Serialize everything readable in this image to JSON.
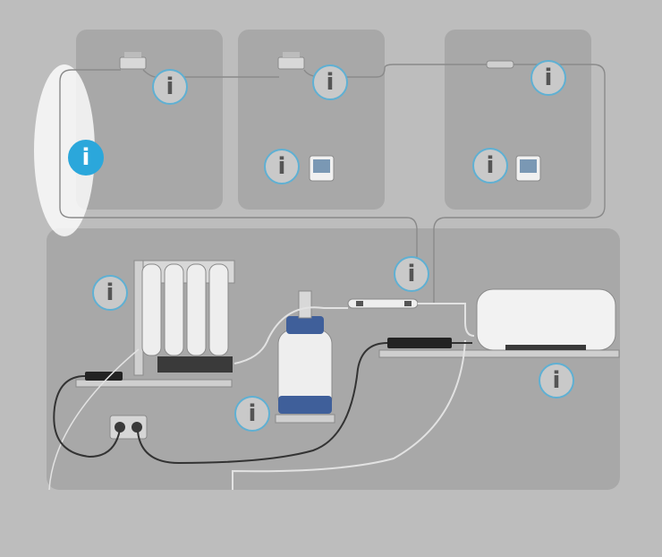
{
  "info_glyph": "i",
  "colors": {
    "background": "#bdbdbd",
    "panel": "#a8a8a8",
    "highlight": "#ffffff",
    "accent": "#2ba7db",
    "button_ring": "#5fb0d3",
    "pipe": "#8a8a8a",
    "cable": "#333333"
  },
  "hotspots": [
    {
      "id": "wall-zone-left",
      "active": true
    },
    {
      "id": "sensor-room-1",
      "active": false
    },
    {
      "id": "sensor-room-2",
      "active": false
    },
    {
      "id": "flow-meter-room-3",
      "active": false
    },
    {
      "id": "thermostat-room-2",
      "active": false
    },
    {
      "id": "thermostat-room-3",
      "active": false
    },
    {
      "id": "filter-system",
      "active": false
    },
    {
      "id": "uv-lamp",
      "active": false
    },
    {
      "id": "control-unit",
      "active": false
    },
    {
      "id": "pressure-tank",
      "active": false
    }
  ]
}
